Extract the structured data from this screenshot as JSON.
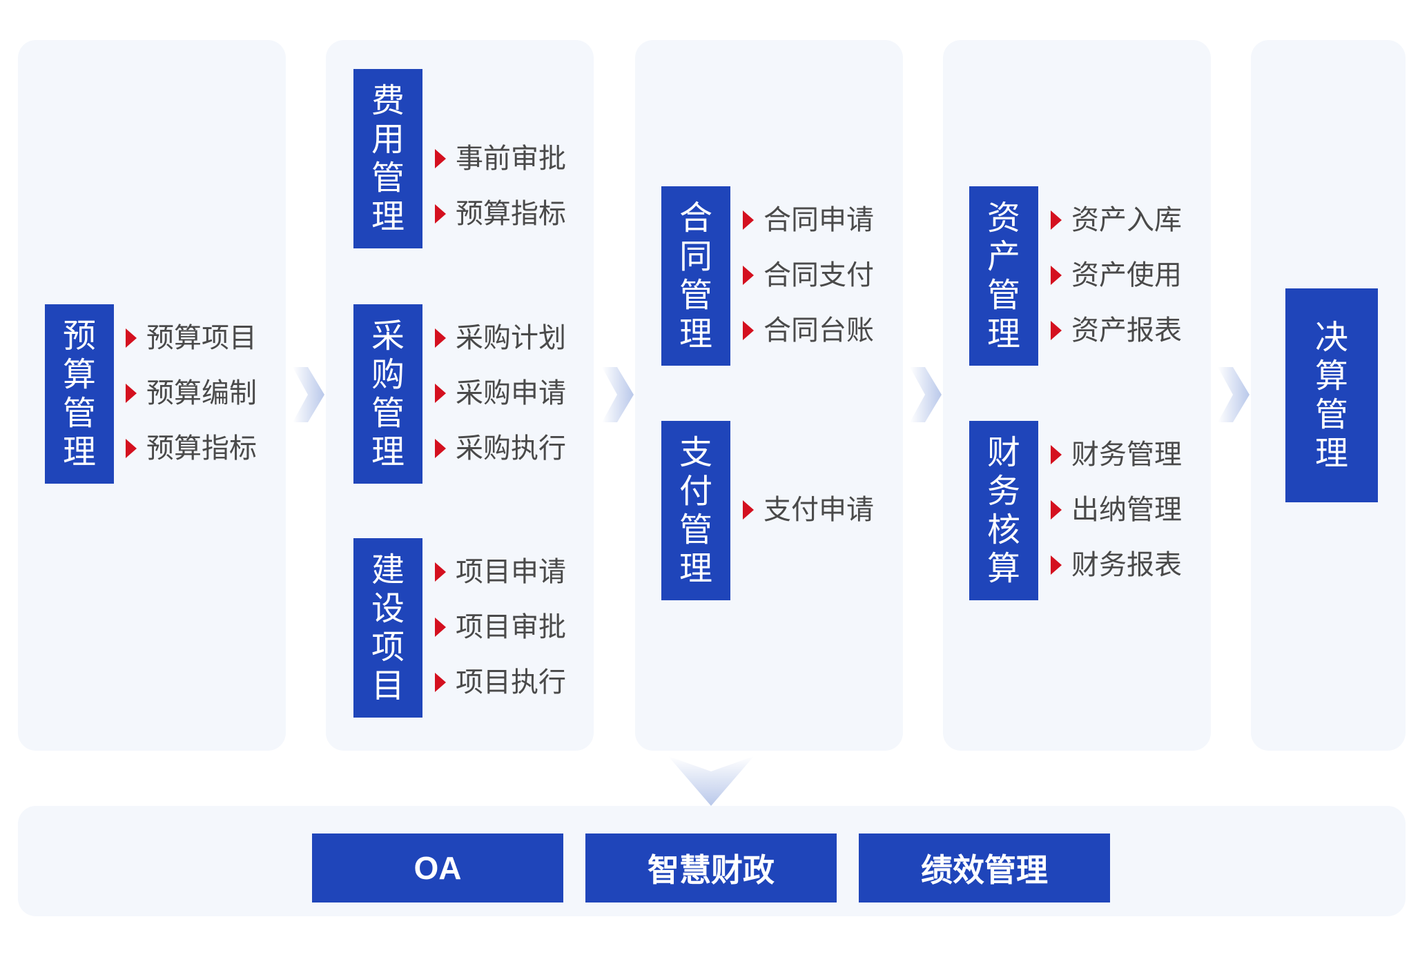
{
  "stages": {
    "budget": {
      "title": [
        "预",
        "算",
        "管",
        "理"
      ],
      "items": [
        "预算项目",
        "预算编制",
        "预算指标"
      ]
    },
    "expense": {
      "title": [
        "费",
        "用",
        "管",
        "理"
      ],
      "items": [
        "事前审批",
        "预算指标"
      ]
    },
    "purchase": {
      "title": [
        "采",
        "购",
        "管",
        "理"
      ],
      "items": [
        "采购计划",
        "采购申请",
        "采购执行"
      ]
    },
    "construction": {
      "title": [
        "建",
        "设",
        "项",
        "目"
      ],
      "items": [
        "项目申请",
        "项目审批",
        "项目执行"
      ]
    },
    "contract": {
      "title": [
        "合",
        "同",
        "管",
        "理"
      ],
      "items": [
        "合同申请",
        "合同支付",
        "合同台账"
      ]
    },
    "payment": {
      "title": [
        "支",
        "付",
        "管",
        "理"
      ],
      "items": [
        "支付申请"
      ]
    },
    "asset": {
      "title": [
        "资",
        "产",
        "管",
        "理"
      ],
      "items": [
        "资产入库",
        "资产使用",
        "资产报表"
      ]
    },
    "accounting": {
      "title": [
        "财",
        "务",
        "核",
        "算"
      ],
      "items": [
        "财务管理",
        "出纳管理",
        "财务报表"
      ]
    },
    "final": {
      "title": [
        "决",
        "算",
        "管",
        "理"
      ]
    }
  },
  "systems": [
    "OA",
    "智慧财政",
    "绩效管理"
  ],
  "colors": {
    "box": "#1f45ba",
    "panel": "#f4f7fc",
    "bullet": "#d4101f",
    "text": "#4a4a4a",
    "arrow": "#c7d3ee"
  }
}
